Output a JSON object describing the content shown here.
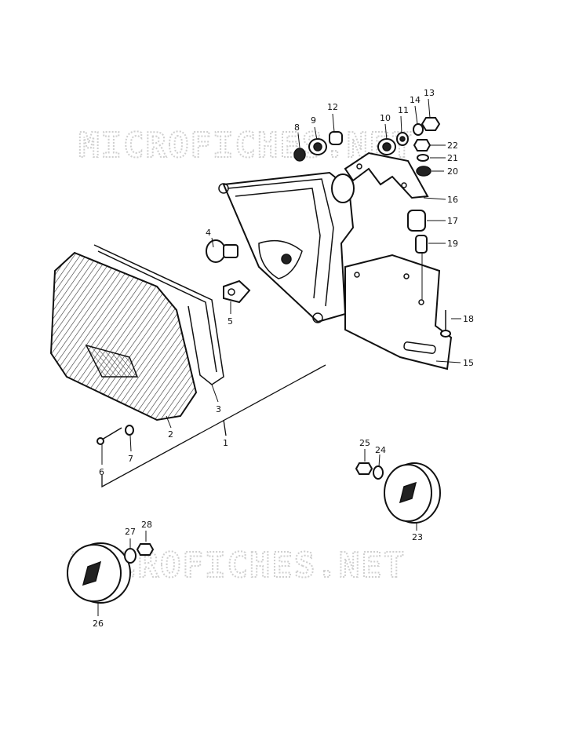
{
  "watermark_top": "MICROFICHES.NET",
  "watermark_bottom": "MICROFICHES.NET",
  "callouts": {
    "p1": "1",
    "p2": "2",
    "p3": "3",
    "p4": "4",
    "p5": "5",
    "p6": "6",
    "p7": "7",
    "p8": "8",
    "p9": "9",
    "p10": "10",
    "p11": "11",
    "p12": "12",
    "p13": "13",
    "p14": "14",
    "p15": "15",
    "p16": "16",
    "p17": "17",
    "p18": "18",
    "p19": "19",
    "p20": "20",
    "p21": "21",
    "p22": "22",
    "p23": "23",
    "p24": "24",
    "p25": "25",
    "p26": "26",
    "p27": "27",
    "p28": "28"
  }
}
